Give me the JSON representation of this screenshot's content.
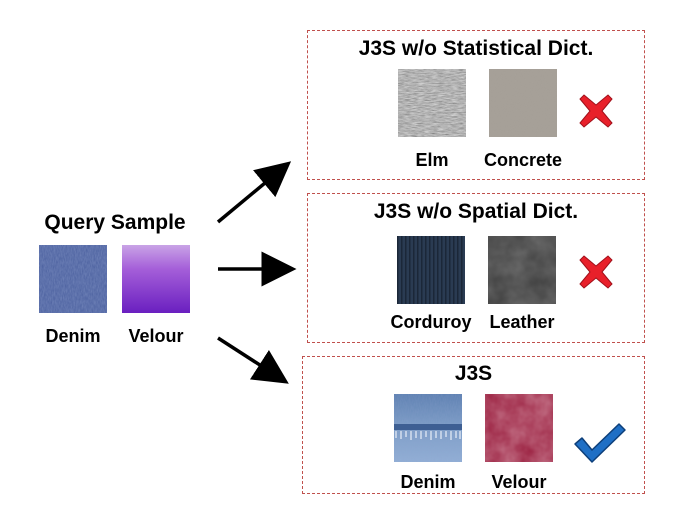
{
  "query": {
    "title": "Query Sample",
    "samples": [
      {
        "label": "Denim",
        "texture": "denim-blue"
      },
      {
        "label": "Velour",
        "texture": "velour-purple"
      }
    ]
  },
  "panels": [
    {
      "title": "J3S w/o Statistical Dict.",
      "results": [
        {
          "label": "Elm",
          "texture": "elm-bark-gray"
        },
        {
          "label": "Concrete",
          "texture": "concrete-beige"
        }
      ],
      "verdict": "cross-icon"
    },
    {
      "title": "J3S w/o Spatial Dict.",
      "results": [
        {
          "label": "Corduroy",
          "texture": "corduroy-navy"
        },
        {
          "label": "Leather",
          "texture": "leather-gray"
        }
      ],
      "verdict": "cross-icon"
    },
    {
      "title": "J3S",
      "results": [
        {
          "label": "Denim",
          "texture": "denim-jeans"
        },
        {
          "label": "Velour",
          "texture": "velour-crimson"
        }
      ],
      "verdict": "check-icon"
    }
  ],
  "colors": {
    "box_border": "#c0504d",
    "cross_fill": "#e8202a",
    "check_fill": "#1f6fc5"
  }
}
